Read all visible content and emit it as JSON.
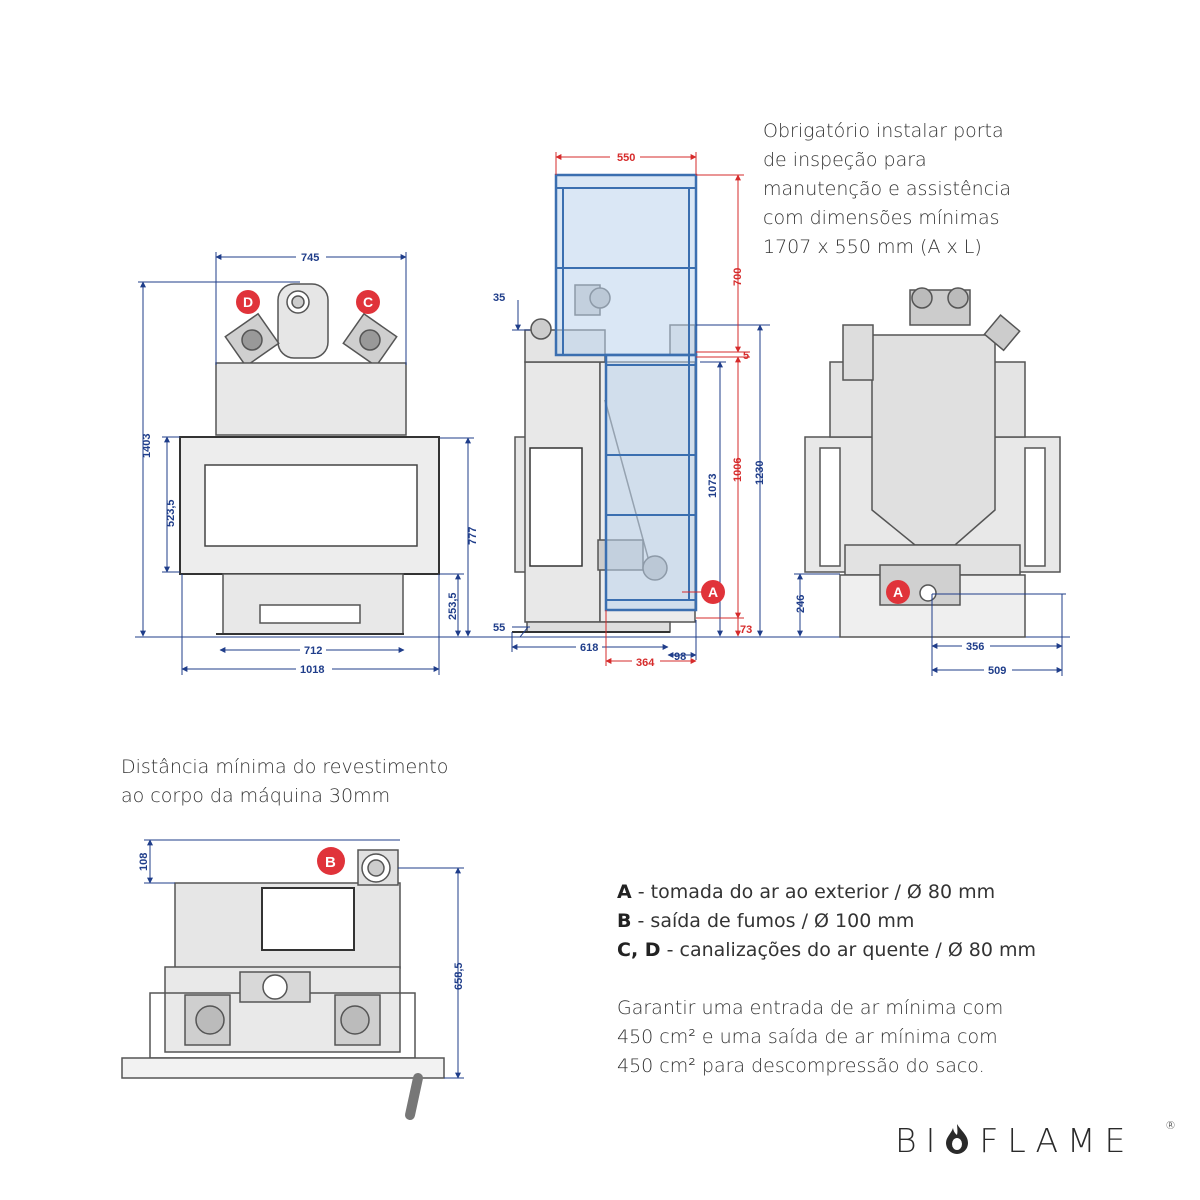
{
  "notes": {
    "inspection": [
      "Obrigatório instalar porta",
      "de inspeção para",
      "manutenção e assistência",
      "com dimensões mínimas",
      "1707 x 550 mm (A x L)"
    ],
    "distance": [
      "Distância mínima do revestimento",
      "ao corpo da máquina 30mm"
    ],
    "air": [
      "Garantir uma entrada de ar mínima com",
      "450 cm² e uma saída de ar mínima com",
      "450 cm² para descompressão do saco."
    ]
  },
  "legend": [
    {
      "key": "A",
      "text": " - tomada do ar ao exterior / Ø 80 mm"
    },
    {
      "key": "B",
      "text": " - saída de fumos / Ø 100 mm"
    },
    {
      "key": "C, D",
      "text": " - canalizações do ar quente / Ø 80 mm"
    }
  ],
  "markers": {
    "a": "A",
    "b": "B",
    "c": "C",
    "d": "D"
  },
  "dimensions": {
    "front": {
      "top_width": "745",
      "height": "1403",
      "glass_height": "523,5",
      "base_width": "712",
      "total_width": "1018",
      "right_height": "777",
      "base_height": "253,5"
    },
    "side": {
      "top_offset": "35",
      "bottom_offset": "55",
      "depth": "618",
      "h1073": "1073",
      "h1006": "1006",
      "h1230": "1230",
      "rear": "98"
    },
    "inspection_door": {
      "width": "550",
      "height": "700",
      "gap": "5",
      "bottom": "73",
      "offset": "364"
    },
    "back": {
      "intake_height": "246",
      "intake_offset": "356",
      "width": "509"
    },
    "plan": {
      "depth": "108",
      "width": "658,5"
    }
  },
  "logo": {
    "text_left": "BI",
    "text_right": "FLAME",
    "registered": "®"
  },
  "colors": {
    "dimension": "#1f3d8a",
    "inspection": "#d62b2b",
    "marker": "#e0333a",
    "door_fill": "#bcd4ec",
    "door_stroke": "#3b6fb0"
  }
}
